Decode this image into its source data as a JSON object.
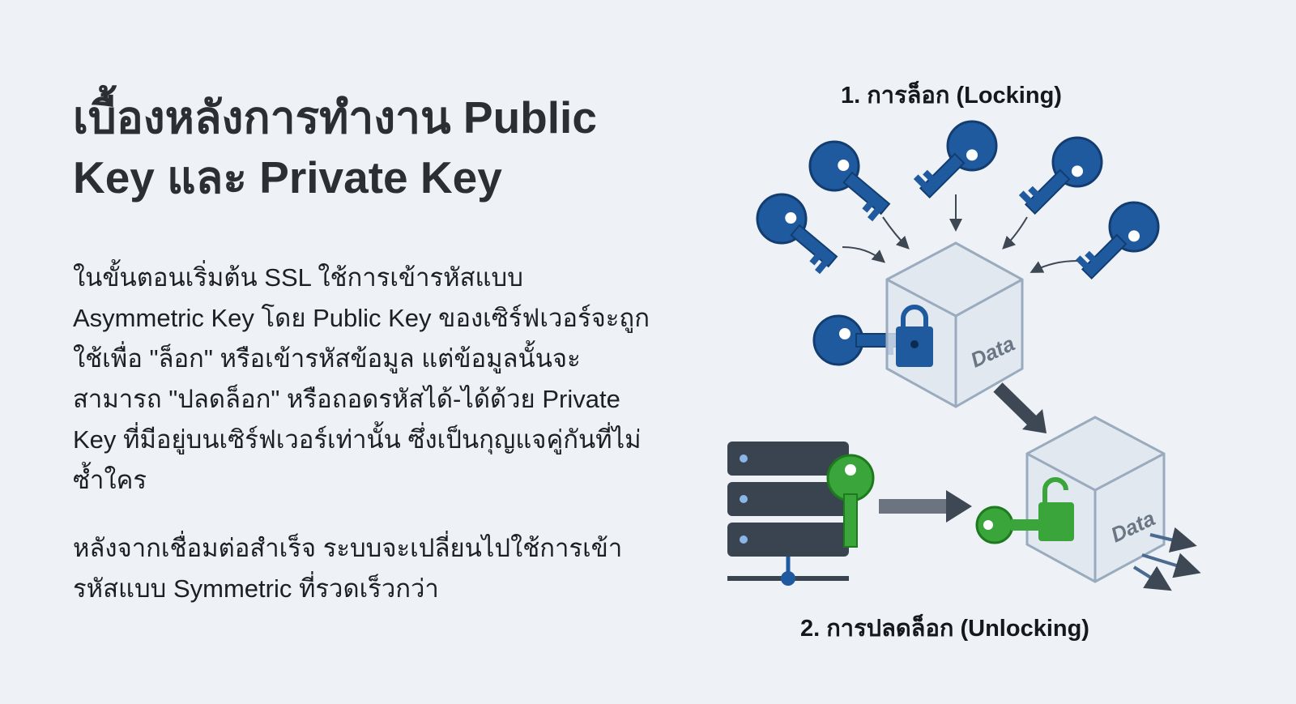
{
  "title": "เบื้องหลังการทำงาน Public Key และ Private Key",
  "paragraphs": [
    "ในขั้นตอนเริ่มต้น SSL ใช้การเข้ารหัสแบบ Asymmetric Key โดย Public Key ของเซิร์ฟเวอร์จะถูกใช้เพื่อ \"ล็อก\" หรือเข้ารหัสข้อมูล แต่ข้อมูลนั้นจะสามารถ \"ปลดล็อก\" หรือถอดรหัสได้-ได้ด้วย Private Key ที่มีอยู่บนเซิร์ฟเวอร์เท่านั้น ซึ่งเป็นกุญแจคู่กันที่ไม่ซ้ำใคร",
    "หลังจากเชื่อมต่อสำเร็จ ระบบจะเปลี่ยนไปใช้การเข้ารหัสแบบ Symmetric ที่รวดเร็วกว่า"
  ],
  "diagram": {
    "locking_label": "1. การล็อก (Locking)",
    "unlocking_label": "2. การปลดล็อก (Unlocking)",
    "box_label": "Data",
    "colors": {
      "public_key": "#1f5a9e",
      "private_key": "#3aa53a",
      "arrow": "#3e4854",
      "server": "#3a4350"
    }
  }
}
